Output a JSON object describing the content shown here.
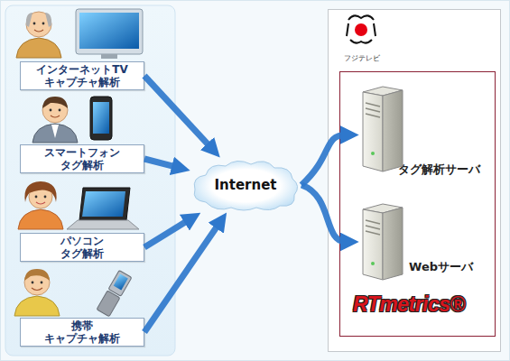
{
  "diagram": {
    "nodes": [
      {
        "text": [
          "インターネットTV キャプチャ解析"
        ]
      },
      {
        "text": [
          "スマートフォン タグ解析"
        ]
      },
      {
        "text": [
          "パソコン タグ解析"
        ]
      },
      {
        "text": [
          "携帯 キャプチャ解析"
        ]
      },
      {
        "text": [
          "Internet"
        ]
      },
      {
        "text": [
          "フジテレビ"
        ]
      },
      {
        "text": [
          "RTmetrics®"
        ],
        "in": 5
      },
      {
        "text": [
          "タグ解析サーバ"
        ],
        "in": 6
      },
      {
        "text": [
          "Webサーバ"
        ],
        "in": 6
      }
    ],
    "edges": [
      {
        "from": 0,
        "to": 4,
        "arrow": "to"
      },
      {
        "from": 1,
        "to": 4,
        "arrow": "to"
      },
      {
        "from": 2,
        "to": 4,
        "arrow": "to"
      },
      {
        "from": 3,
        "to": 4,
        "arrow": "to"
      },
      {
        "from": 4,
        "to": 7,
        "arrow": "to"
      },
      {
        "from": 4,
        "to": 8,
        "arrow": "to"
      }
    ]
  }
}
